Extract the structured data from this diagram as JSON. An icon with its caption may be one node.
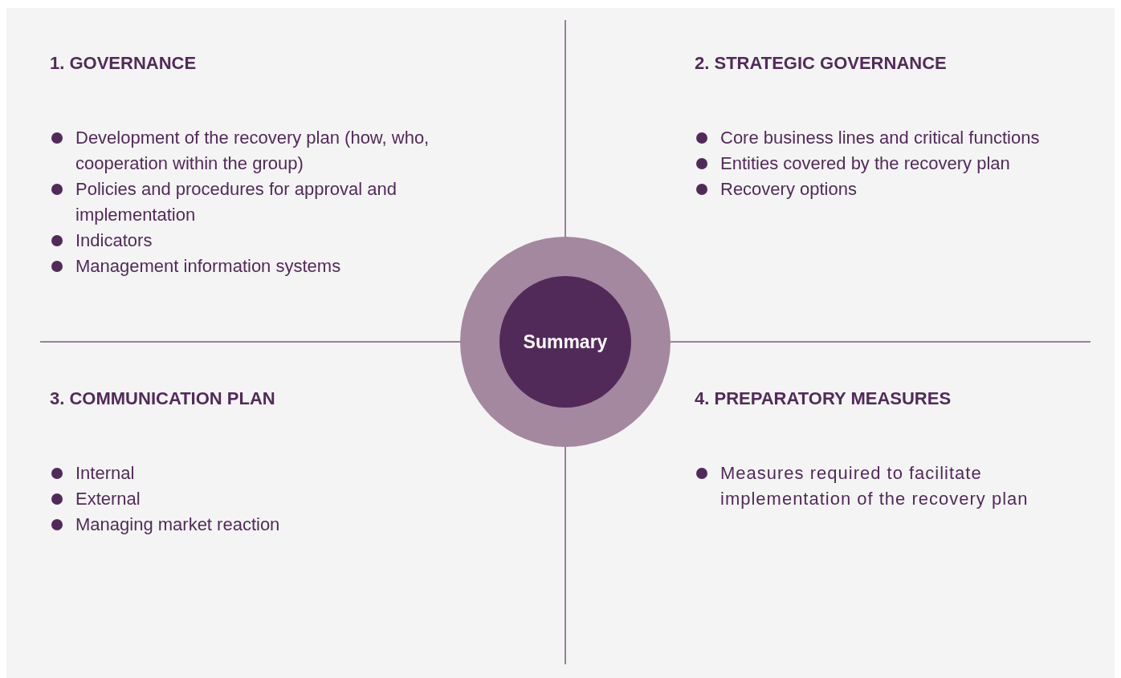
{
  "diagram": {
    "nodes": [
      {
        "text": [
          "Summary"
        ]
      }
    ],
    "edges": [],
    "labels": [
      "1. GOVERNANCE",
      "Development of the recovery plan (how, who, cooperation within the group)",
      "Policies and procedures for approval and implementation",
      "Indicators",
      "Management information systems",
      "2. STRATEGIC GOVERNANCE",
      "Core business lines and critical functions",
      "Entities covered by the recovery plan",
      "Recovery options",
      "3. COMMUNICATION PLAN",
      "Internal",
      "External",
      "Managing market reaction",
      "4. PREPARATORY MEASURES",
      "Measures required to facilitate implementation of the recovery plan"
    ]
  }
}
